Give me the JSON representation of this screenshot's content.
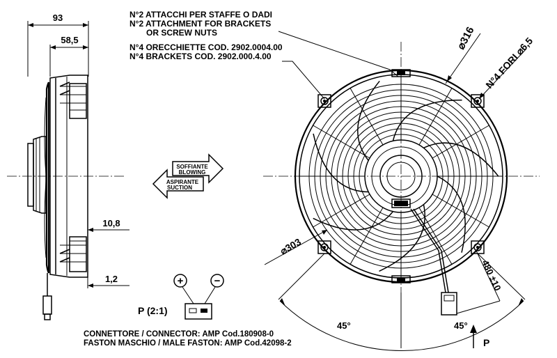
{
  "notes": {
    "attach_it": "N°2 ATTACCHI PER STAFFE O DADI",
    "attach_en_1": "N°2 ATTACHMENT FOR BRACKETS",
    "attach_en_2": "OR SCREW NUTS",
    "brackets_it": "N°4 ORECCHIETTE COD. 2902.0004.00",
    "brackets_en": "N°4 BRACKETS COD. 2902.000.4.00"
  },
  "dimensions": {
    "overall_depth": "93",
    "body_depth": "58,5",
    "bracket_offset": "10,8",
    "bracket_thickness": "1,2",
    "outer_diameter": "⌀316",
    "inner_diameter": "⌀303",
    "holes": "N°4 FORI ⌀6,5",
    "cable_length": "480 ±10",
    "angle_left": "45°",
    "angle_right": "45°",
    "view_p": "P"
  },
  "airflow": {
    "blowing_it": "SOFFIANTE",
    "blowing_en": "BLOWING",
    "suction_it": "ASPIRANTE",
    "suction_en": "SUCTION"
  },
  "connector": {
    "plus": "+",
    "minus": "−",
    "detail": "P (2:1)",
    "connector_line": "CONNETTORE / CONNECTOR:  AMP Cod.180908-0",
    "faston_line": "FASTON MASCHIO / MALE FASTON:  AMP Cod.42098-2"
  }
}
